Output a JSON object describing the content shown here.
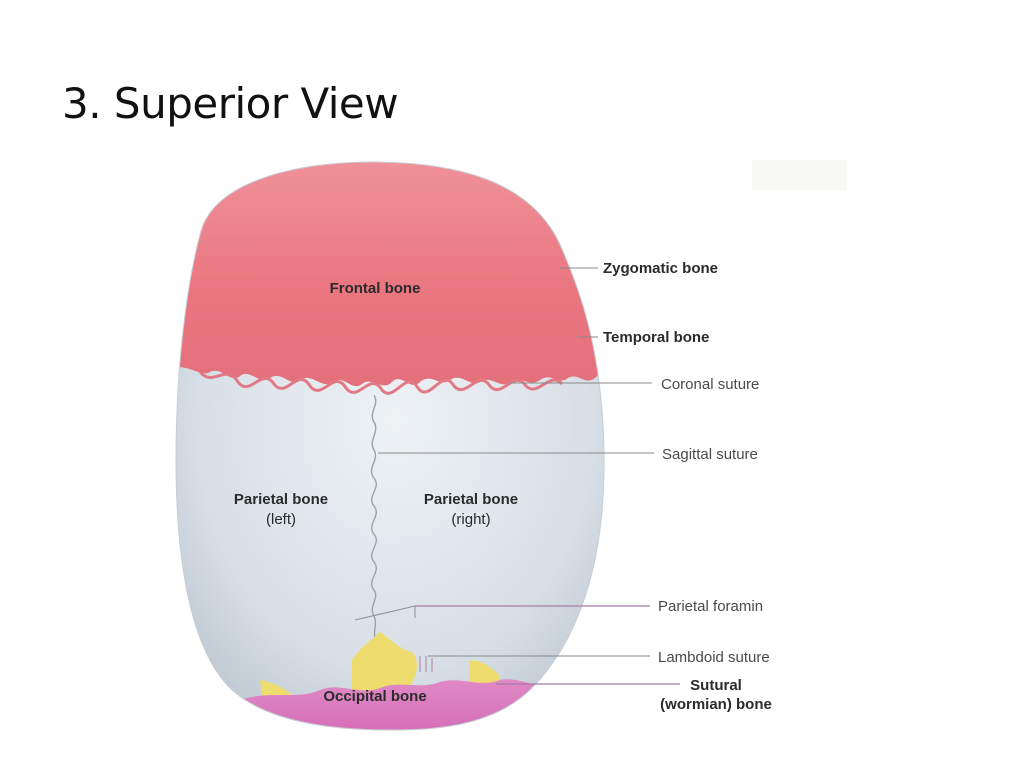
{
  "slide": {
    "title": "3. Superior View"
  },
  "diagram": {
    "bone_labels": {
      "frontal": "Frontal bone",
      "parietal_left_name": "Parietal bone",
      "parietal_left_side": "(left)",
      "parietal_right_name": "Parietal bone",
      "parietal_right_side": "(right)",
      "occipital": "Occipital bone"
    },
    "callouts": {
      "zygomatic": "Zygomatic bone",
      "temporal": "Temporal bone",
      "coronal": "Coronal suture",
      "sagittal": "Sagittal suture",
      "parietal_foramin": "Parietal foramin",
      "lambdoid": "Lambdoid suture",
      "sutural_line1": "Sutural",
      "sutural_line2": "(wormian) bone"
    },
    "colors": {
      "frontal": "#ec7c86",
      "parietal": "#d9e1e8",
      "occipital": "#d873b9",
      "temporal": "#eab24e",
      "zygomatic": "#c9c7a3",
      "sutural": "#eedc6e"
    }
  }
}
